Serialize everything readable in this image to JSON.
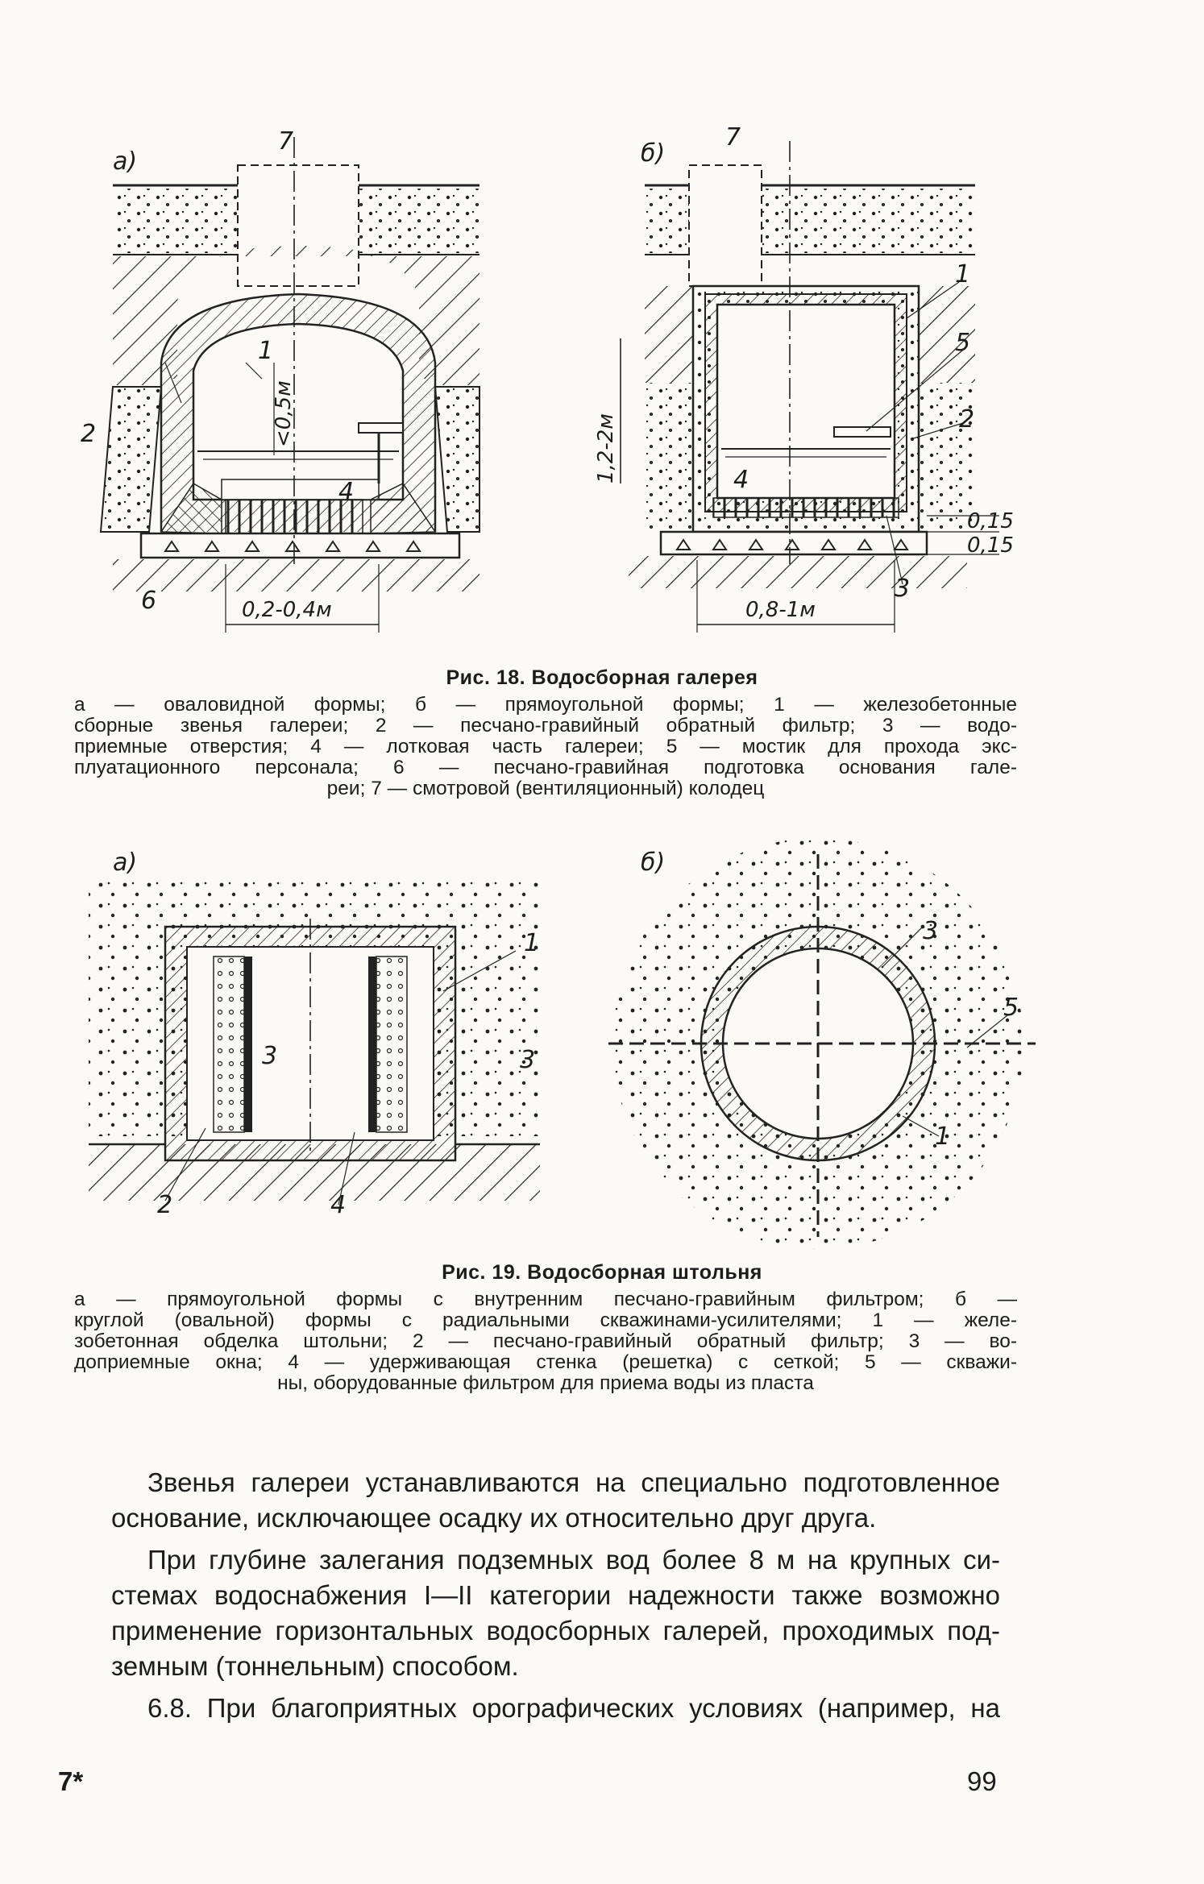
{
  "figure18": {
    "panel_a": {
      "letter": "а)",
      "label_7": "7",
      "label_1": "1",
      "label_2": "2",
      "label_4": "4",
      "label_6": "6",
      "dim_height": "<0,5м",
      "dim_width": "0,2-0,4м"
    },
    "panel_b": {
      "letter": "б)",
      "label_7": "7",
      "label_1": "1",
      "label_5": "5",
      "label_2": "2",
      "label_4": "4",
      "label_3": "3",
      "dim_height": "1,2-2м",
      "dim_width": "0,8-1м",
      "dim_015_top": "0,15",
      "dim_015_bottom": "0,15"
    },
    "title": "Рис. 18. Водосборная галерея",
    "caption_lines": [
      "а — оваловидной формы; б — прямоугольной формы; 1 — железобетонные",
      "сборные звенья галереи; 2 — песчано-гравийный обратный фильтр; 3 — водо-",
      "приемные отверстия; 4 — лотковая часть галереи; 5 — мостик для прохода экс-",
      "плуатационного персонала; 6 — песчано-гравийная подготовка основания гале-",
      "реи; 7 — смотровой (вентиляционный) колодец"
    ]
  },
  "figure19": {
    "panel_a": {
      "letter": "а)",
      "label_1": "1",
      "label_3a": "3",
      "label_3b": "3",
      "label_2": "2",
      "label_4": "4"
    },
    "panel_b": {
      "letter": "б)",
      "label_3": "3",
      "label_5": "5",
      "label_1": "1"
    },
    "title": "Рис. 19. Водосборная штольня",
    "caption_lines": [
      "а — прямоугольной формы с внутренним песчано-гравийным фильтром; б —",
      "круглой (овальной) формы с радиальными скважинами-усилителями; 1 — желе-",
      "зобетонная обделка штольни; 2 — песчано-гравийный обратный фильтр; 3 — во-",
      "доприемные окна; 4 — удерживающая стенка (решетка) с сеткой; 5 — скважи-",
      "ны, оборудованные фильтром для приема воды из пласта"
    ]
  },
  "body": {
    "lines": [
      "Звенья галереи устанавливаются на специально подготовленное",
      "основание, исключающее осадку их относительно друг друга.",
      "При глубине залегания подземных вод более 8 м на крупных си-",
      "стемах водоснабжения I—II категории надежности также возможно",
      "применение горизонтальных водосборных галерей, проходимых под-",
      "земным (тоннельным) способом.",
      "6.8. При благоприятных орографических условиях (например, на"
    ]
  },
  "footer": {
    "left": "7*",
    "page_number": "99"
  }
}
